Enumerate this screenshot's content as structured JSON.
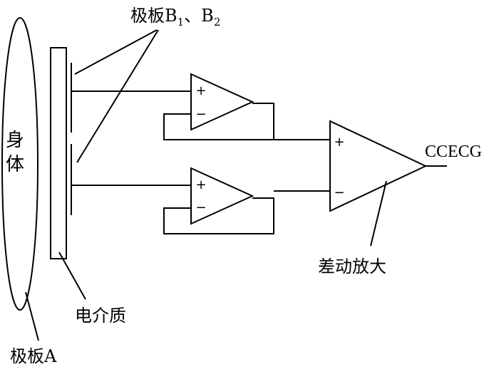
{
  "labels": {
    "plates_b_prefix": "极板B",
    "plates_b_sub1": "1",
    "plates_b_sep": "、B",
    "plates_b_sub2": "2",
    "body_line1": "身",
    "body_line2": "体",
    "output": "CCECG",
    "differential_amp": "差动放大",
    "dielectric": "电介质",
    "plate_a": "极板A",
    "plus_sign": "+",
    "minus_sign": "−"
  },
  "colors": {
    "line": "#000000",
    "background": "#ffffff"
  }
}
